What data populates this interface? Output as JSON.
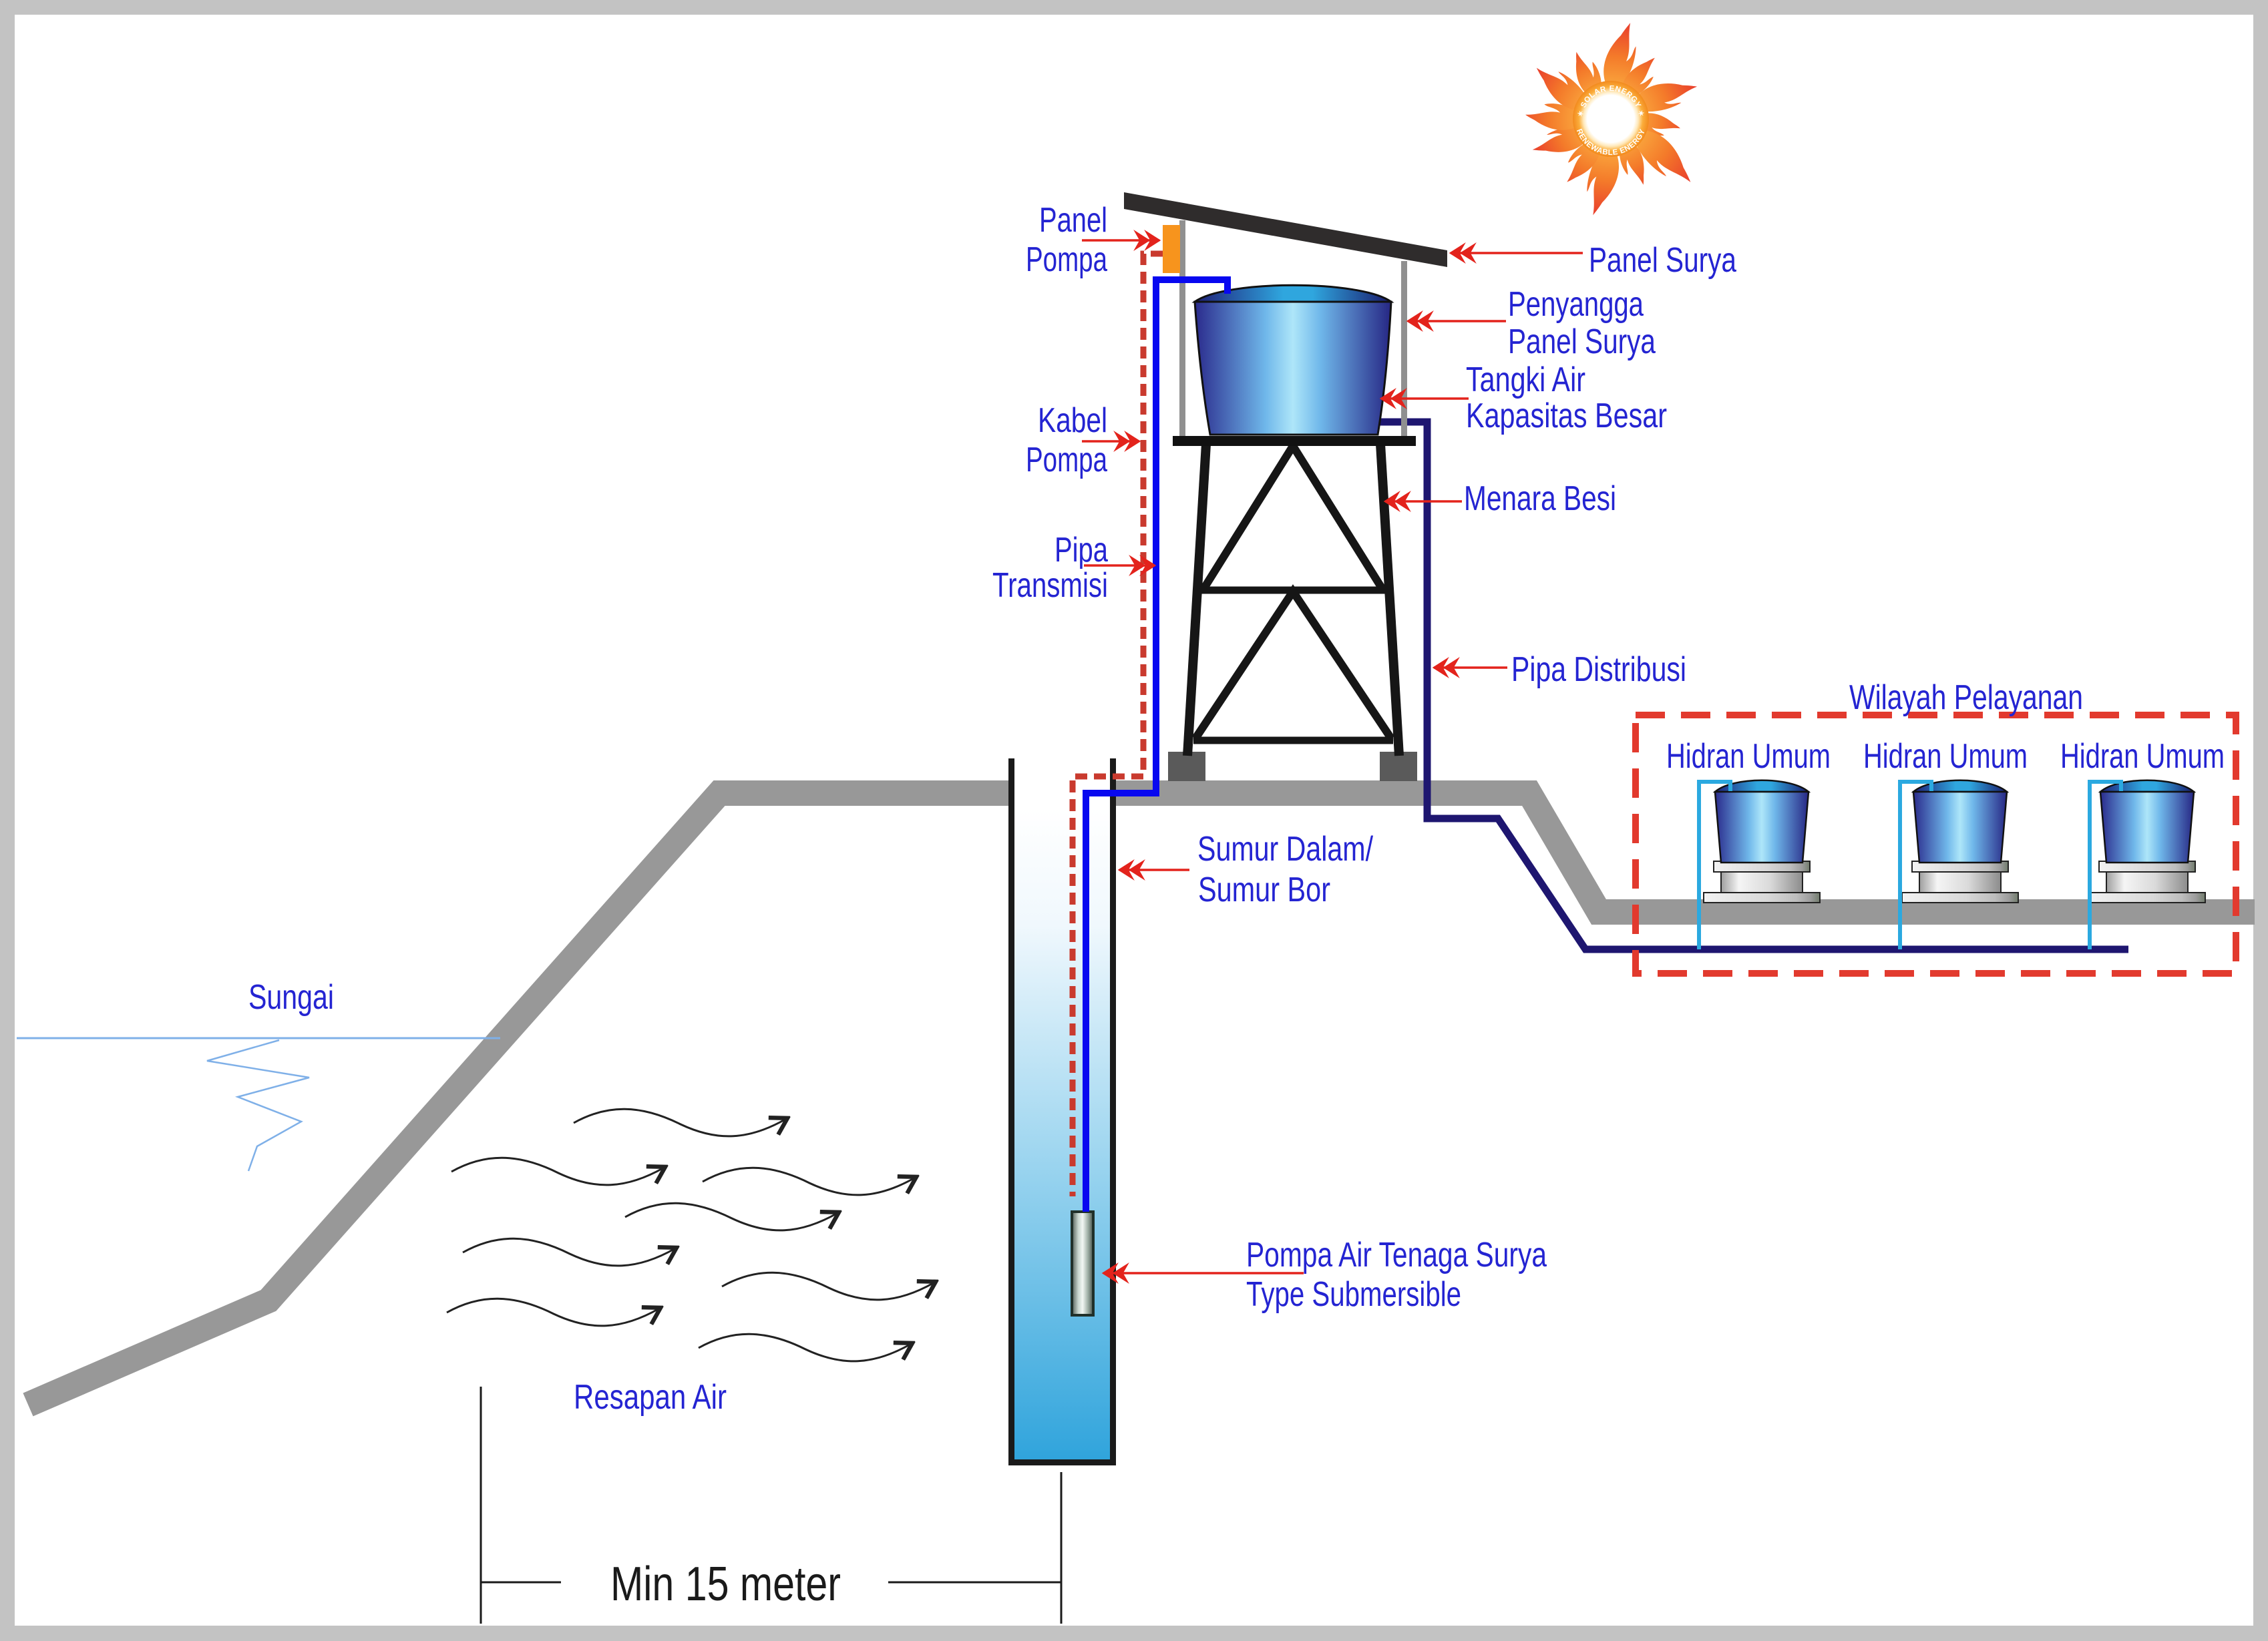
{
  "labels": {
    "panel_pompa": [
      "Panel",
      "Pompa"
    ],
    "panel_surya": "Panel Surya",
    "penyangga": [
      "Penyangga",
      "Panel Surya"
    ],
    "tangki_air": [
      "Tangki Air",
      "Kapasitas Besar"
    ],
    "kabel_pompa": [
      "Kabel",
      "Pompa"
    ],
    "pipa_transmisi": [
      "Pipa",
      "Transmisi"
    ],
    "menara_besi": "Menara Besi",
    "pipa_distribusi": "Pipa Distribusi",
    "wilayah_pelayanan": "Wilayah Pelayanan",
    "hidran_umum": [
      "Hidran Umum",
      "Hidran Umum",
      "Hidran Umum"
    ],
    "sumur": [
      "Sumur Dalam/",
      "Sumur Bor"
    ],
    "sungai": "Sungai",
    "resapan_air": "Resapan Air",
    "pompa": [
      "Pompa Air Tenaga Surya",
      "Type Submersible"
    ],
    "min_15_meter": "Min 15 meter"
  },
  "sun_badge": {
    "top_text": "✶ SOLAR ENERGY ✶",
    "bottom_text": "RENEWABLE ENERGY"
  },
  "colors": {
    "frame_gray": "#c3c3c3",
    "canvas_white": "#ffffff",
    "label_blue": "#2424d2",
    "arrow_red": "#e3231c",
    "cable_dash_red": "#c93a2e",
    "service_box_red": "#e23a2e",
    "pipe_transmission_blue": "#0808f0",
    "pipe_distribution_navy": "#1e1670",
    "pipe_hydrant_cyan": "#2ba9e0",
    "ground_gray": "#989898",
    "footing_gray": "#5a5a5a",
    "steel_black": "#161616",
    "solar_panel_dark": "#2f2c2c",
    "post_gray": "#909090",
    "pump_panel_orange": "#f7941d",
    "tank_navy": "#29298a",
    "tank_light_blue": "#aee4f8",
    "river_blue": "#7fb0e8",
    "well_water_cyan": "#30a4dc",
    "sun_orange": "#f7941e",
    "sun_red": "#e8392c",
    "dimension_black": "#1a1a1a"
  }
}
